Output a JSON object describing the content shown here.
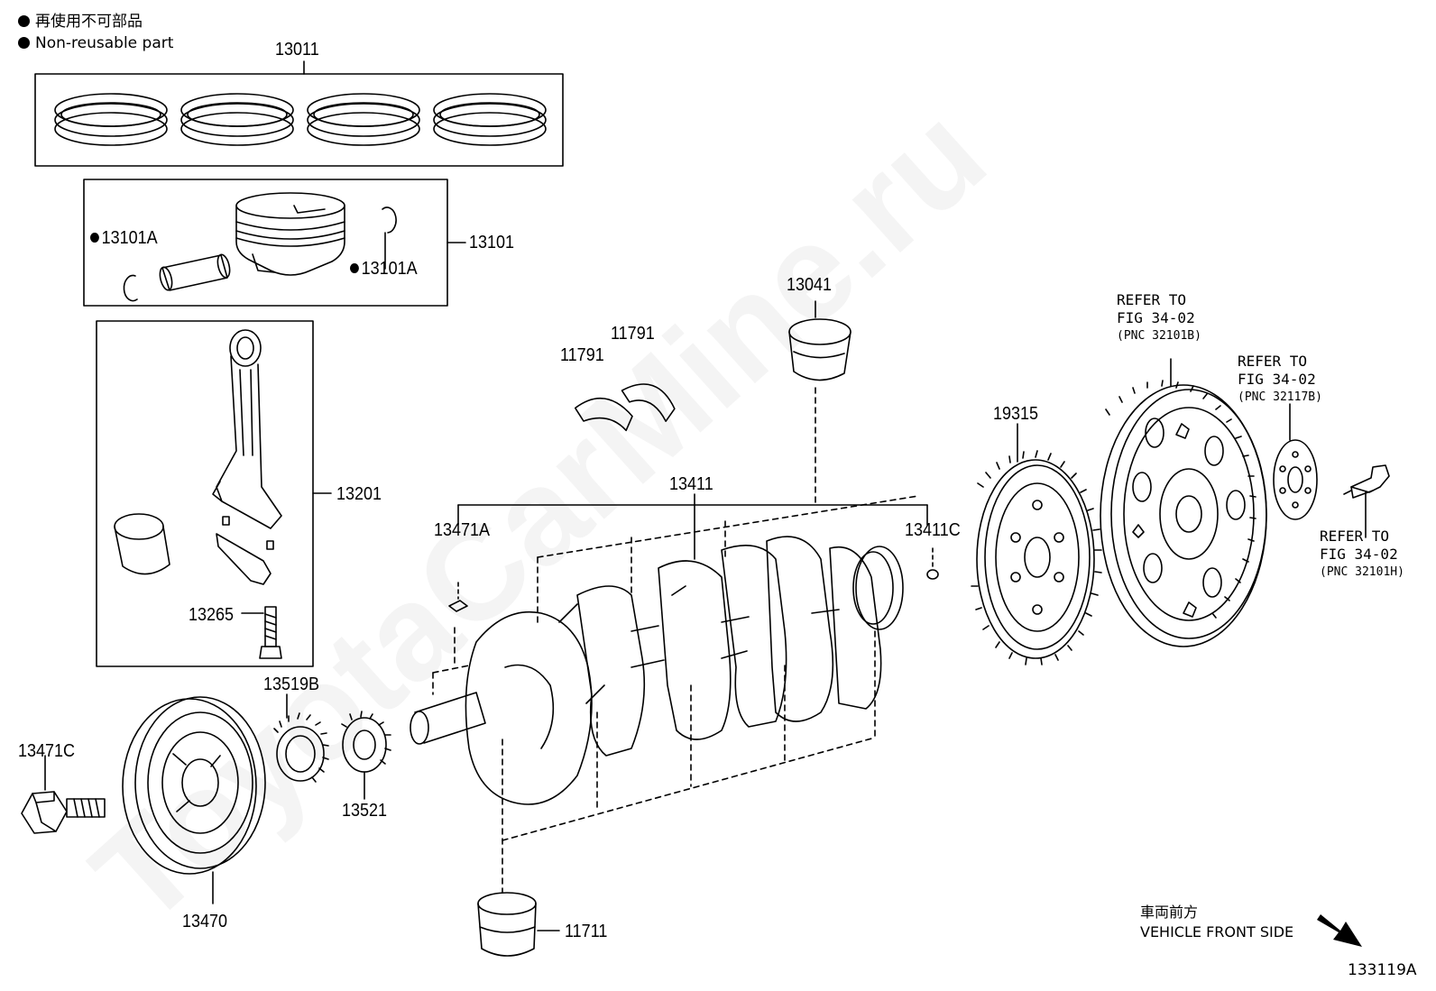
{
  "legend": {
    "jp": "再使用不可部品",
    "en": "Non-reusable part"
  },
  "watermark": "ToyotaCarMine.ru",
  "part_labels": {
    "p13011": "13011",
    "p13101": "13101",
    "p13101A_left": "13101A",
    "p13101A_right": "13101A",
    "p13201": "13201",
    "p13265": "13265",
    "p13519B": "13519B",
    "p13471C": "13471C",
    "p13521": "13521",
    "p13470": "13470",
    "p11711": "11711",
    "p13471A": "13471A",
    "p13411": "13411",
    "p13411C": "13411C",
    "p11791_left": "11791",
    "p11791_right": "11791",
    "p13041": "13041",
    "p19315": "19315"
  },
  "references": {
    "ref1": {
      "line1": "REFER TO",
      "line2": "FIG 34-02",
      "line3": "(PNC 32101B)"
    },
    "ref2": {
      "line1": "REFER TO",
      "line2": "FIG 34-02",
      "line3": "(PNC 32117B)"
    },
    "ref3": {
      "line1": "REFER TO",
      "line2": "FIG 34-02",
      "line3": "(PNC 32101H)"
    }
  },
  "direction": {
    "jp": "車両前方",
    "en": "VEHICLE FRONT SIDE"
  },
  "figure_id": "133119A"
}
